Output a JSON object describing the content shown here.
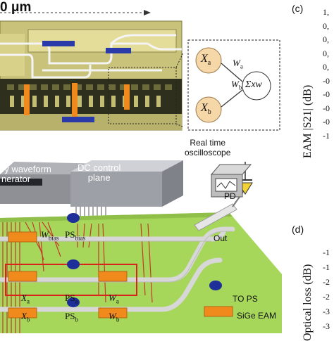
{
  "panel_top": {
    "scale_label": "0 μm",
    "neuron": {
      "input_a": "X",
      "input_a_sub": "a",
      "input_b": "X",
      "input_b_sub": "b",
      "weight_a": "W",
      "weight_a_sub": "a",
      "weight_b": "W",
      "weight_b_sub": "b",
      "sum": "Σxw"
    }
  },
  "panel_c": {
    "letter": "(c)",
    "ylabel": "EAM |S21| (dB)",
    "ticks": [
      "1,",
      "0,",
      "0,",
      "0,",
      "0,",
      "-0",
      "-0",
      "-0",
      "-0",
      "-1"
    ]
  },
  "panel_d": {
    "letter": "(d)",
    "ylabel": "Optical loss (dB)",
    "ticks": [
      "-1",
      "-1",
      "-2",
      "-2",
      "-3",
      "-3"
    ]
  },
  "panel_bottom": {
    "waveform_line1": "ry waveform",
    "waveform_line2": "nerator",
    "dc_line1": "DC control",
    "dc_line2": "plane",
    "scope_line1": "Real time",
    "scope_line2": "oscilloscope",
    "pd": "PD",
    "out": "Out",
    "w_bias": "W",
    "w_bias_sub": "bias",
    "ps_bias": "PS",
    "ps_bias_sub": "bias",
    "xa": "X",
    "xa_sub": "a",
    "psa": "PS",
    "psa_sub": "a",
    "wa": "W",
    "wa_sub": "a",
    "xb": "X",
    "xb_sub": "b",
    "psb": "PS",
    "psb_sub": "b",
    "wb": "W",
    "wb_sub": "b",
    "to_ps": "TO PS",
    "sige_eam": "SiGe EAM"
  },
  "colors": {
    "chip_green": "#a6d65a",
    "waveguide": "#d7d7d7",
    "modulator_orange": "#f08a1d",
    "phase_shifter_blue": "#1f2f9a",
    "highlight_red": "#d9241c",
    "electrode_red": "#c43a2a"
  }
}
